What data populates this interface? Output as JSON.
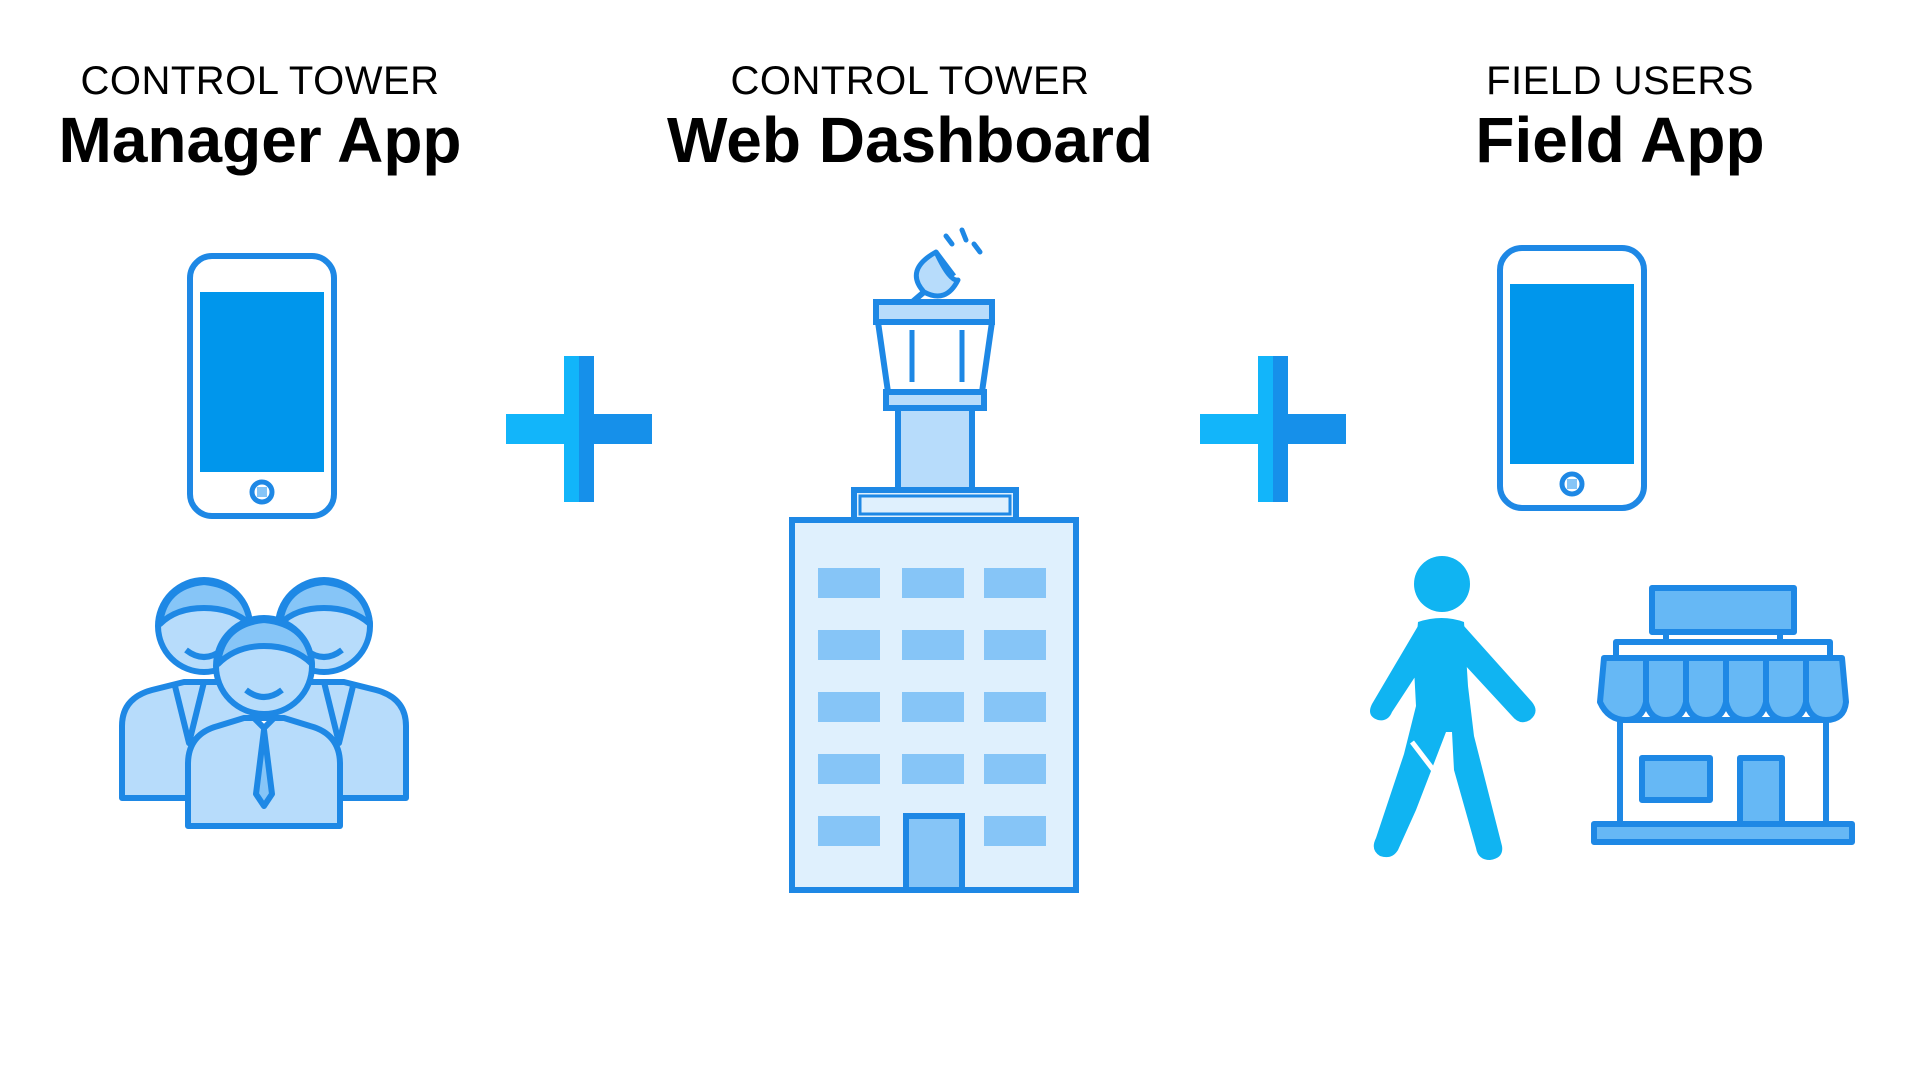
{
  "columns": [
    {
      "subtitle": "CONTROL TOWER",
      "title": "Manager App"
    },
    {
      "subtitle": "CONTROL TOWER",
      "title": "Web Dashboard"
    },
    {
      "subtitle": "FIELD USERS",
      "title": "Field App"
    }
  ],
  "colors": {
    "outline": "#1e88e5",
    "fill_primary": "#0096ec",
    "fill_light": "#b7dcfb",
    "fill_mid": "#86c5f7",
    "fill_pale": "#dff0fd",
    "plus_light": "#12b5fa",
    "plus_dark": "#1690ea",
    "person_cyan": "#10b4f2"
  },
  "icons": [
    "smartphone-icon",
    "plus-icon",
    "control-tower-building-icon",
    "plus-icon",
    "smartphone-icon",
    "managers-group-icon",
    "walking-person-icon",
    "storefront-icon"
  ]
}
